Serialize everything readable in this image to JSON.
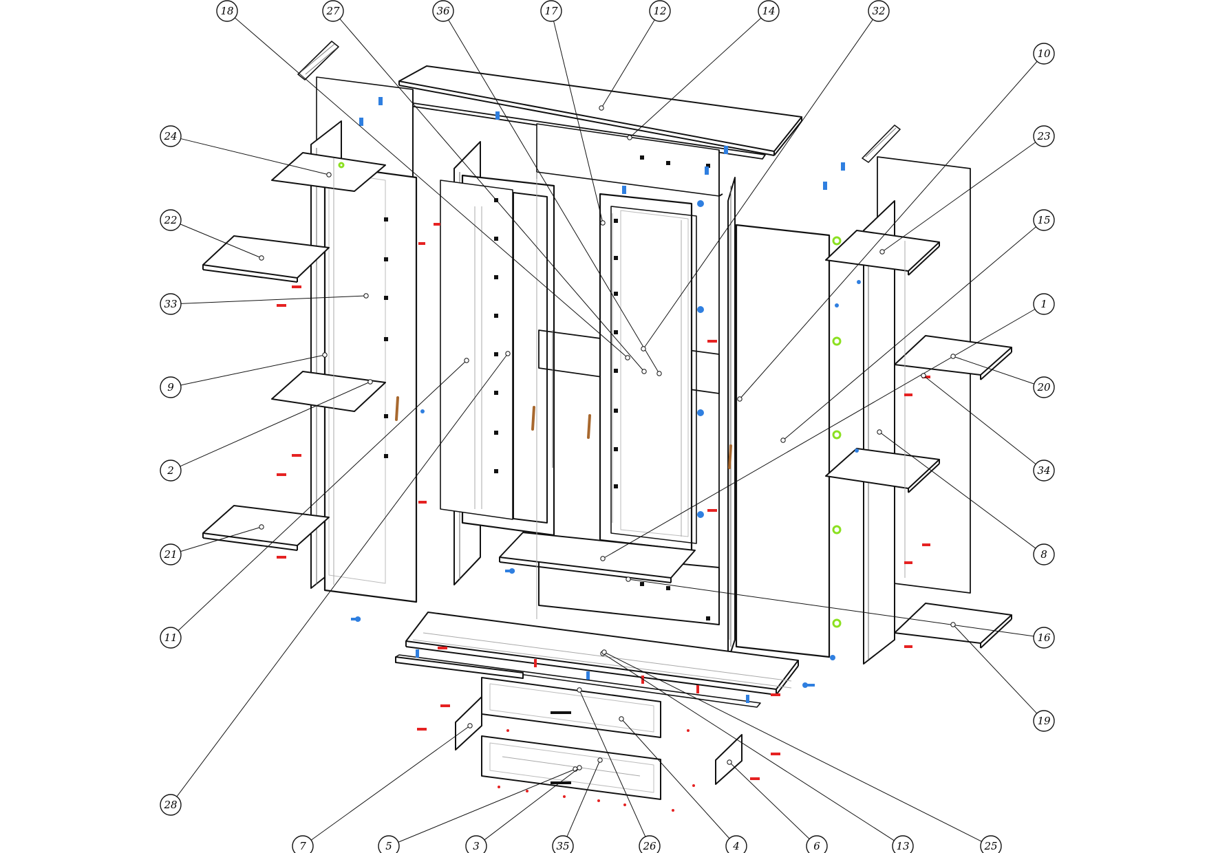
{
  "diagram": {
    "callouts": [
      {
        "id": "18"
      },
      {
        "id": "27"
      },
      {
        "id": "36"
      },
      {
        "id": "17"
      },
      {
        "id": "12"
      },
      {
        "id": "14"
      },
      {
        "id": "32"
      },
      {
        "id": "10"
      },
      {
        "id": "23"
      },
      {
        "id": "15"
      },
      {
        "id": "1"
      },
      {
        "id": "20"
      },
      {
        "id": "34"
      },
      {
        "id": "8"
      },
      {
        "id": "16"
      },
      {
        "id": "19"
      },
      {
        "id": "24"
      },
      {
        "id": "22"
      },
      {
        "id": "33"
      },
      {
        "id": "9"
      },
      {
        "id": "2"
      },
      {
        "id": "21"
      },
      {
        "id": "11"
      },
      {
        "id": "28"
      },
      {
        "id": "7"
      },
      {
        "id": "5"
      },
      {
        "id": "3"
      },
      {
        "id": "35"
      },
      {
        "id": "26"
      },
      {
        "id": "4"
      },
      {
        "id": "6"
      },
      {
        "id": "13"
      },
      {
        "id": "25"
      }
    ]
  },
  "colors": {
    "outline": "#111111",
    "hidden_line": "#9a9a9a",
    "panel_fill": "#ffffff",
    "hardware_red": "#e52222",
    "hardware_blue": "#2f7fe0",
    "hardware_green": "#8be020",
    "handle_brown": "#a8682e"
  }
}
